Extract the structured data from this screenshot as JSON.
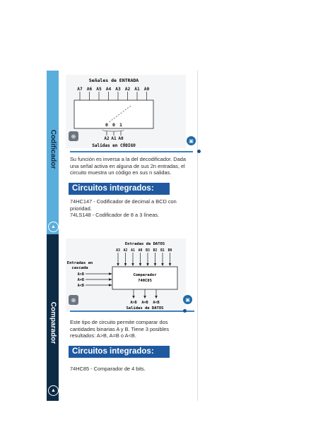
{
  "codificador": {
    "side_label": "Codificador",
    "diagram": {
      "title": "Señales de ENTRADA",
      "inputs": [
        "A7",
        "A6",
        "A5",
        "A4",
        "A3",
        "A2",
        "A1",
        "A0"
      ],
      "bits": [
        "0",
        "0",
        "1"
      ],
      "outputs": [
        "A2",
        "A1",
        "A0"
      ],
      "bottom": "Salidas en CÓDIGO"
    },
    "description": "Su función es inversa a la del decodificador. Dada una señal activa en alguna de sus 2n entradas, el circuito muestra un código en sus n salidas.",
    "banner": "Circuitos integrados:",
    "items": [
      "74HC147 - Codificador de decimal a BCD con prioridad.",
      "74LS148 - Codificador de 8 a 3 líneas."
    ]
  },
  "comparador": {
    "side_label": "Comparador",
    "diagram": {
      "title": "Entradas de DATOS",
      "inputs": [
        "A3",
        "A2",
        "A1",
        "A0",
        "B3",
        "B2",
        "B1",
        "B0"
      ],
      "cascade_label_1": "Entradas en",
      "cascade_label_2": "cascada",
      "cascade": [
        "A>B",
        "A=B",
        "A<B"
      ],
      "chip_1": "Comparador",
      "chip_2": "74HC85",
      "outputs": [
        "A>B",
        "A=B",
        "A<B"
      ],
      "bottom": "Salidas de DATOS"
    },
    "description": "Este tipo de circuito permite comparar dos cantidades binarias A y B. Tiene 3 posibles resultados: A>B, A=B o A<B.",
    "banner": "Circuitos integrados:",
    "items": [
      "74HC85 - Comparador de 4 bits."
    ]
  },
  "icons": {
    "zoom": "magnifier-icon",
    "image": "image-icon",
    "up": "up-arrow-icon"
  }
}
